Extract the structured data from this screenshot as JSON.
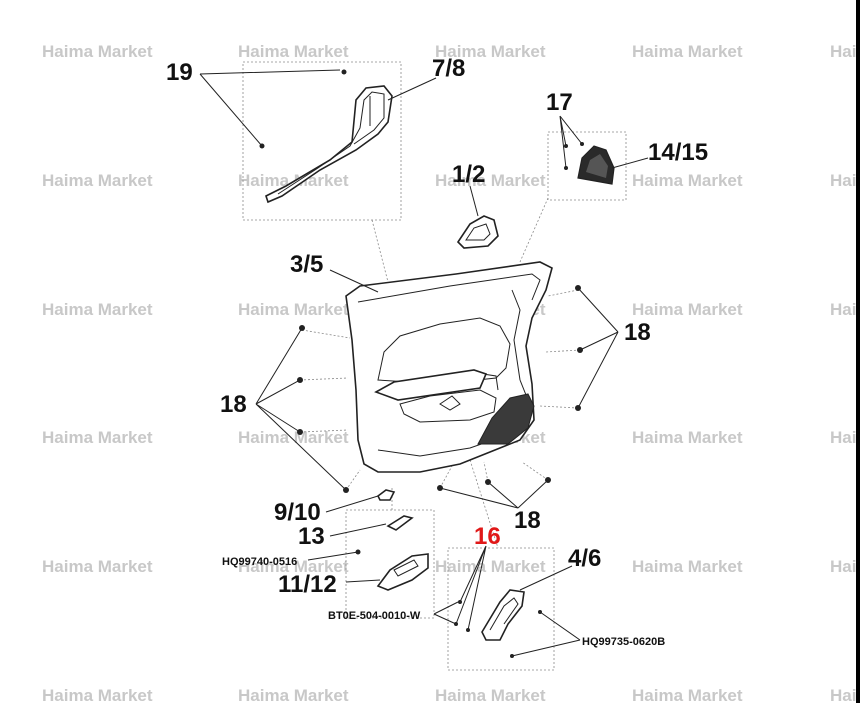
{
  "watermark": "Haima Market",
  "callouts": {
    "c19": "19",
    "c7_8": "7/8",
    "c17": "17",
    "c14_15": "14/15",
    "c1_2": "1/2",
    "c3_5": "3/5",
    "c18_right": "18",
    "c18_left": "18",
    "c18_bottom": "18",
    "c9_10": "9/10",
    "c13": "13",
    "c16": "16",
    "c4_6": "4/6",
    "c11_12": "11/12"
  },
  "part_numbers": {
    "p1": "HQ99740-0516",
    "p2": "BT0E-504-0010-W",
    "p3": "HQ99735-0620B"
  },
  "colors": {
    "highlight": "#e01818",
    "watermark": "#c8c8c8"
  }
}
